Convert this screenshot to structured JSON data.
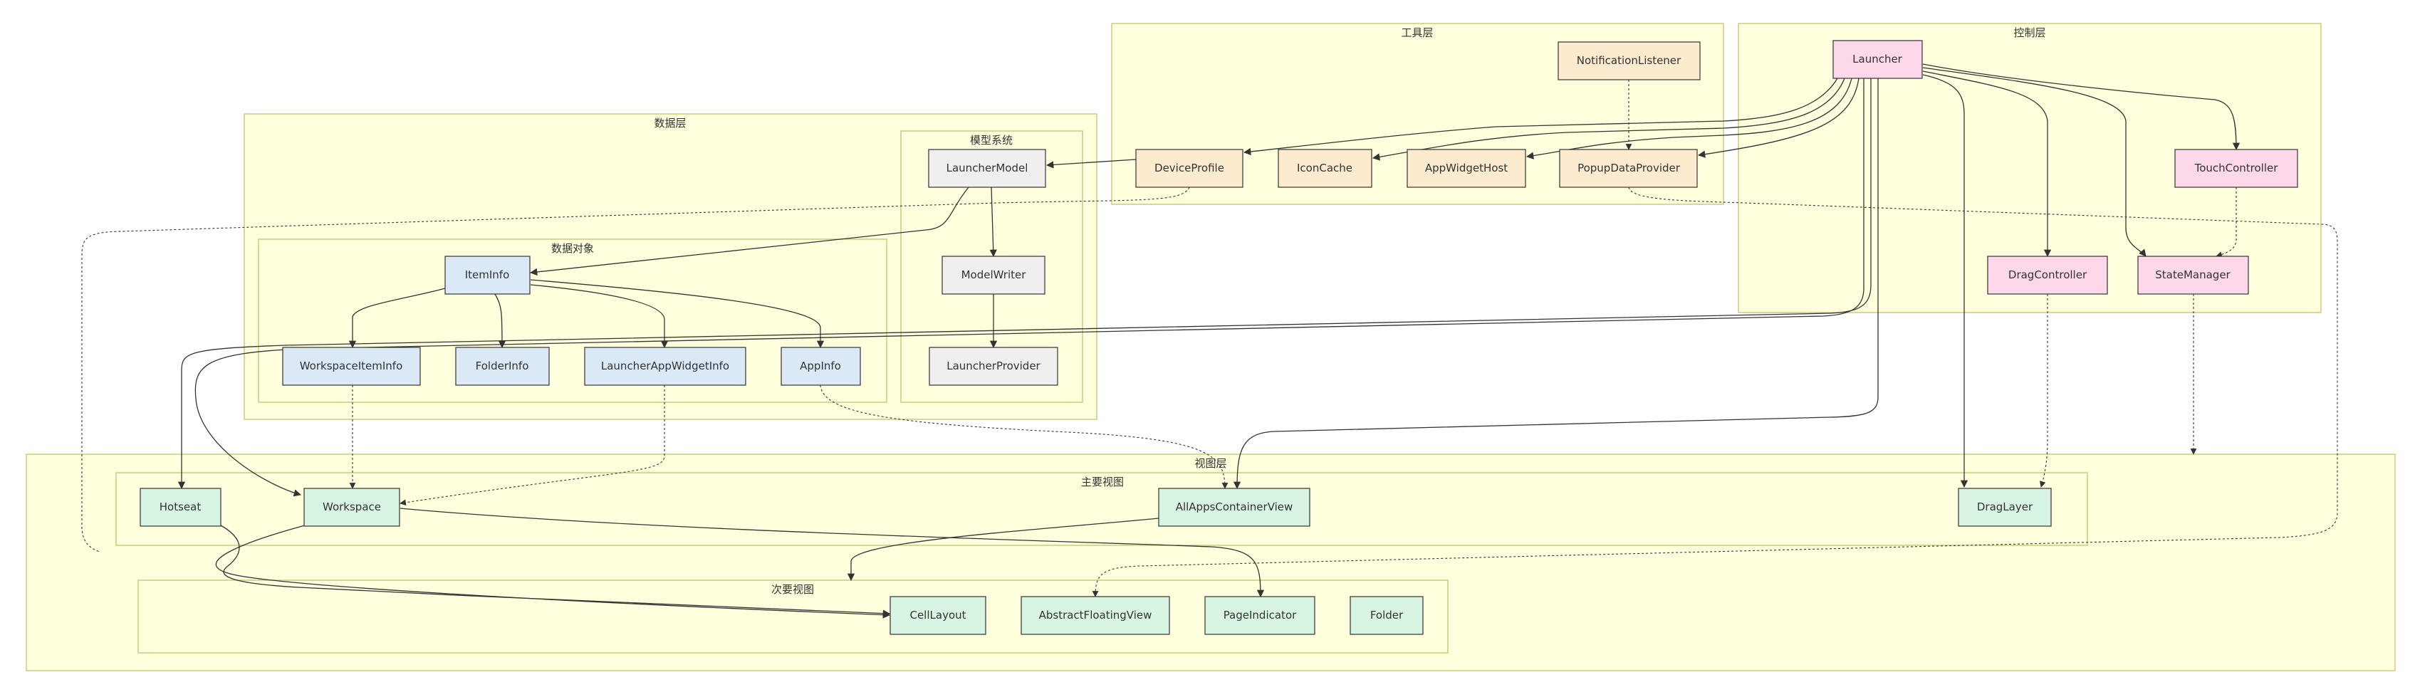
{
  "colors": {
    "group_fill": "#ffffde",
    "group_stroke": "#c8c878",
    "tool_node": "#fdebd0",
    "control_node": "#fdd7ea",
    "model_node": "#efefef",
    "data_node": "#dbe9f7",
    "view_node": "#d8f5e3"
  },
  "groups": {
    "tool_layer": "工具层",
    "control_layer": "控制层",
    "data_layer": "数据层",
    "model_system": "模型系统",
    "data_objects": "数据对象",
    "view_layer": "视图层",
    "main_views": "主要视图",
    "secondary_views": "次要视图"
  },
  "nodes": {
    "notification_listener": "NotificationListener",
    "launcher": "Launcher",
    "device_profile": "DeviceProfile",
    "icon_cache": "IconCache",
    "app_widget_host": "AppWidgetHost",
    "popup_data_provider": "PopupDataProvider",
    "touch_controller": "TouchController",
    "drag_controller": "DragController",
    "state_manager": "StateManager",
    "launcher_model": "LauncherModel",
    "model_writer": "ModelWriter",
    "launcher_provider": "LauncherProvider",
    "item_info": "ItemInfo",
    "workspace_item_info": "WorkspaceItemInfo",
    "folder_info": "FolderInfo",
    "launcher_app_widget_info": "LauncherAppWidgetInfo",
    "app_info": "AppInfo",
    "hotseat": "Hotseat",
    "workspace": "Workspace",
    "all_apps_container_view": "AllAppsContainerView",
    "drag_layer": "DragLayer",
    "cell_layout": "CellLayout",
    "abstract_floating_view": "AbstractFloatingView",
    "page_indicator": "PageIndicator",
    "folder": "Folder"
  }
}
